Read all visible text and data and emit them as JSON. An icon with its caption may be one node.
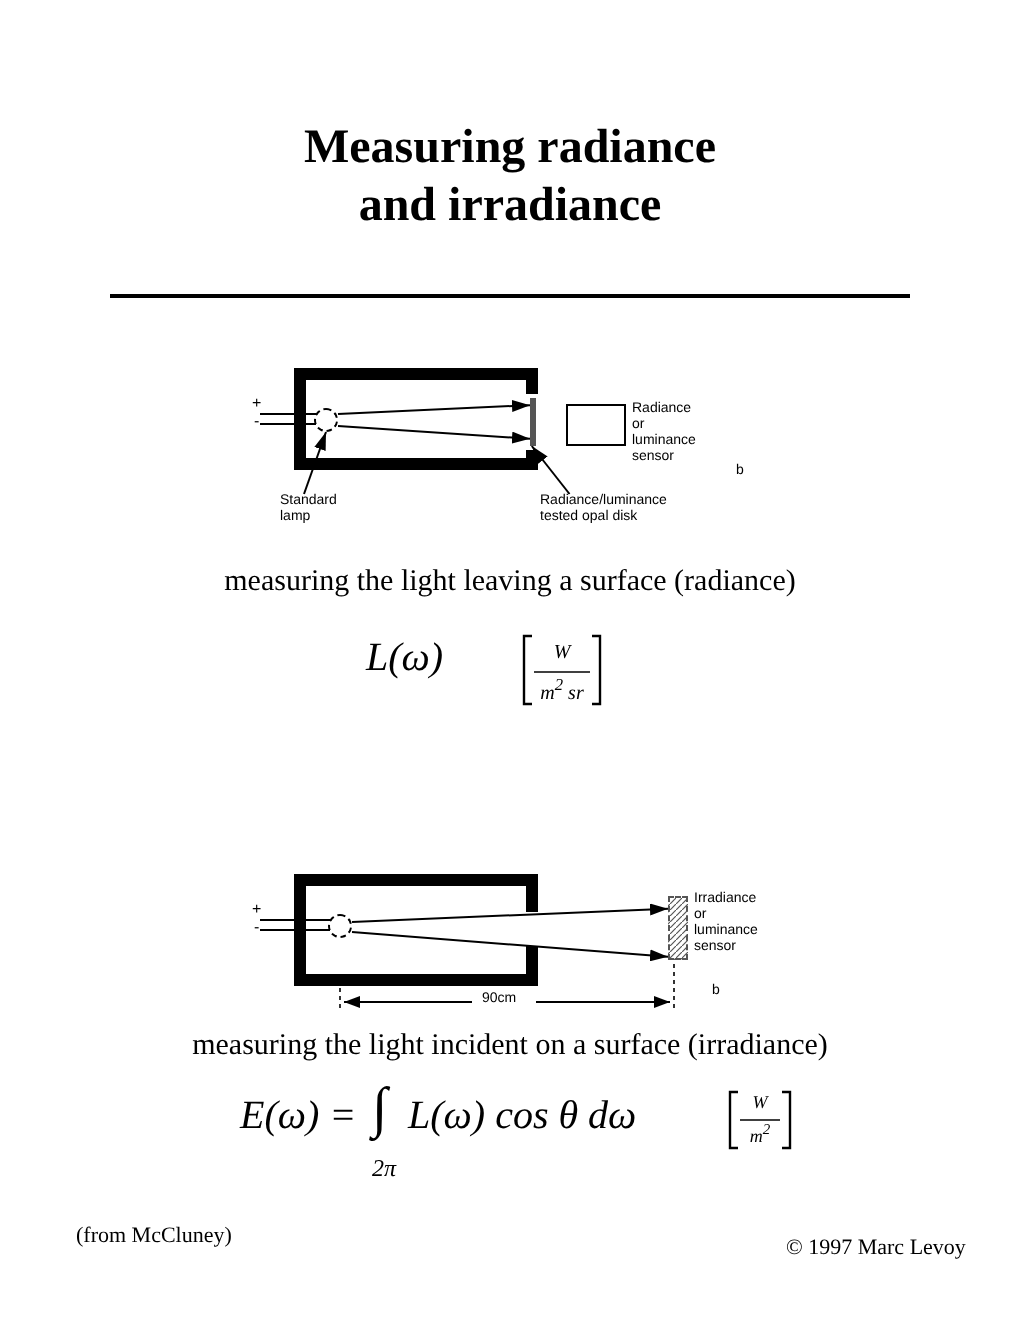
{
  "diagram": {
    "title": "Measuring radiance and irradiance",
    "nodes": [
      {
        "text": [
          "Standard lamp"
        ]
      },
      {
        "text": [],
        "shape": "circle"
      },
      {
        "text": [],
        "shape": "bar"
      },
      {
        "text": [
          "Radiance/luminance tested opal disk"
        ]
      },
      {
        "text": [],
        "shape": "box",
        "beside": [
          "Radiance or luminance sensor"
        ]
      },
      {
        "text": [],
        "shape": "circle"
      },
      {
        "text": [],
        "shape": "box",
        "beside": [
          "Irradiance or luminance sensor"
        ]
      }
    ],
    "edges": [
      {
        "from": 0,
        "to": 1,
        "arrow": "to"
      },
      {
        "from": 3,
        "to": 2,
        "arrow": "to"
      },
      {
        "from": 1,
        "to": 2,
        "arrow": "to"
      },
      {
        "from": 1,
        "to": 2,
        "arrow": "to"
      },
      {
        "from": 5,
        "to": 6,
        "arrow": "to"
      },
      {
        "from": 5,
        "to": 6,
        "arrow": "to"
      }
    ],
    "labels": [
      "+",
      "-",
      "b",
      "measuring the light leaving a surface  (radiance)",
      "L(ω)",
      "W",
      "m$^{2}$ sr",
      "+",
      "-",
      "90cm",
      "b",
      "measuring the light incident on a surface  (irradiance)",
      "E(ω) =",
      "∫",
      "L(ω) cos θ dω",
      "2π",
      "W",
      "m$^{2}$",
      "(from McCluney)",
      "© 1997 Marc Levoy"
    ]
  }
}
